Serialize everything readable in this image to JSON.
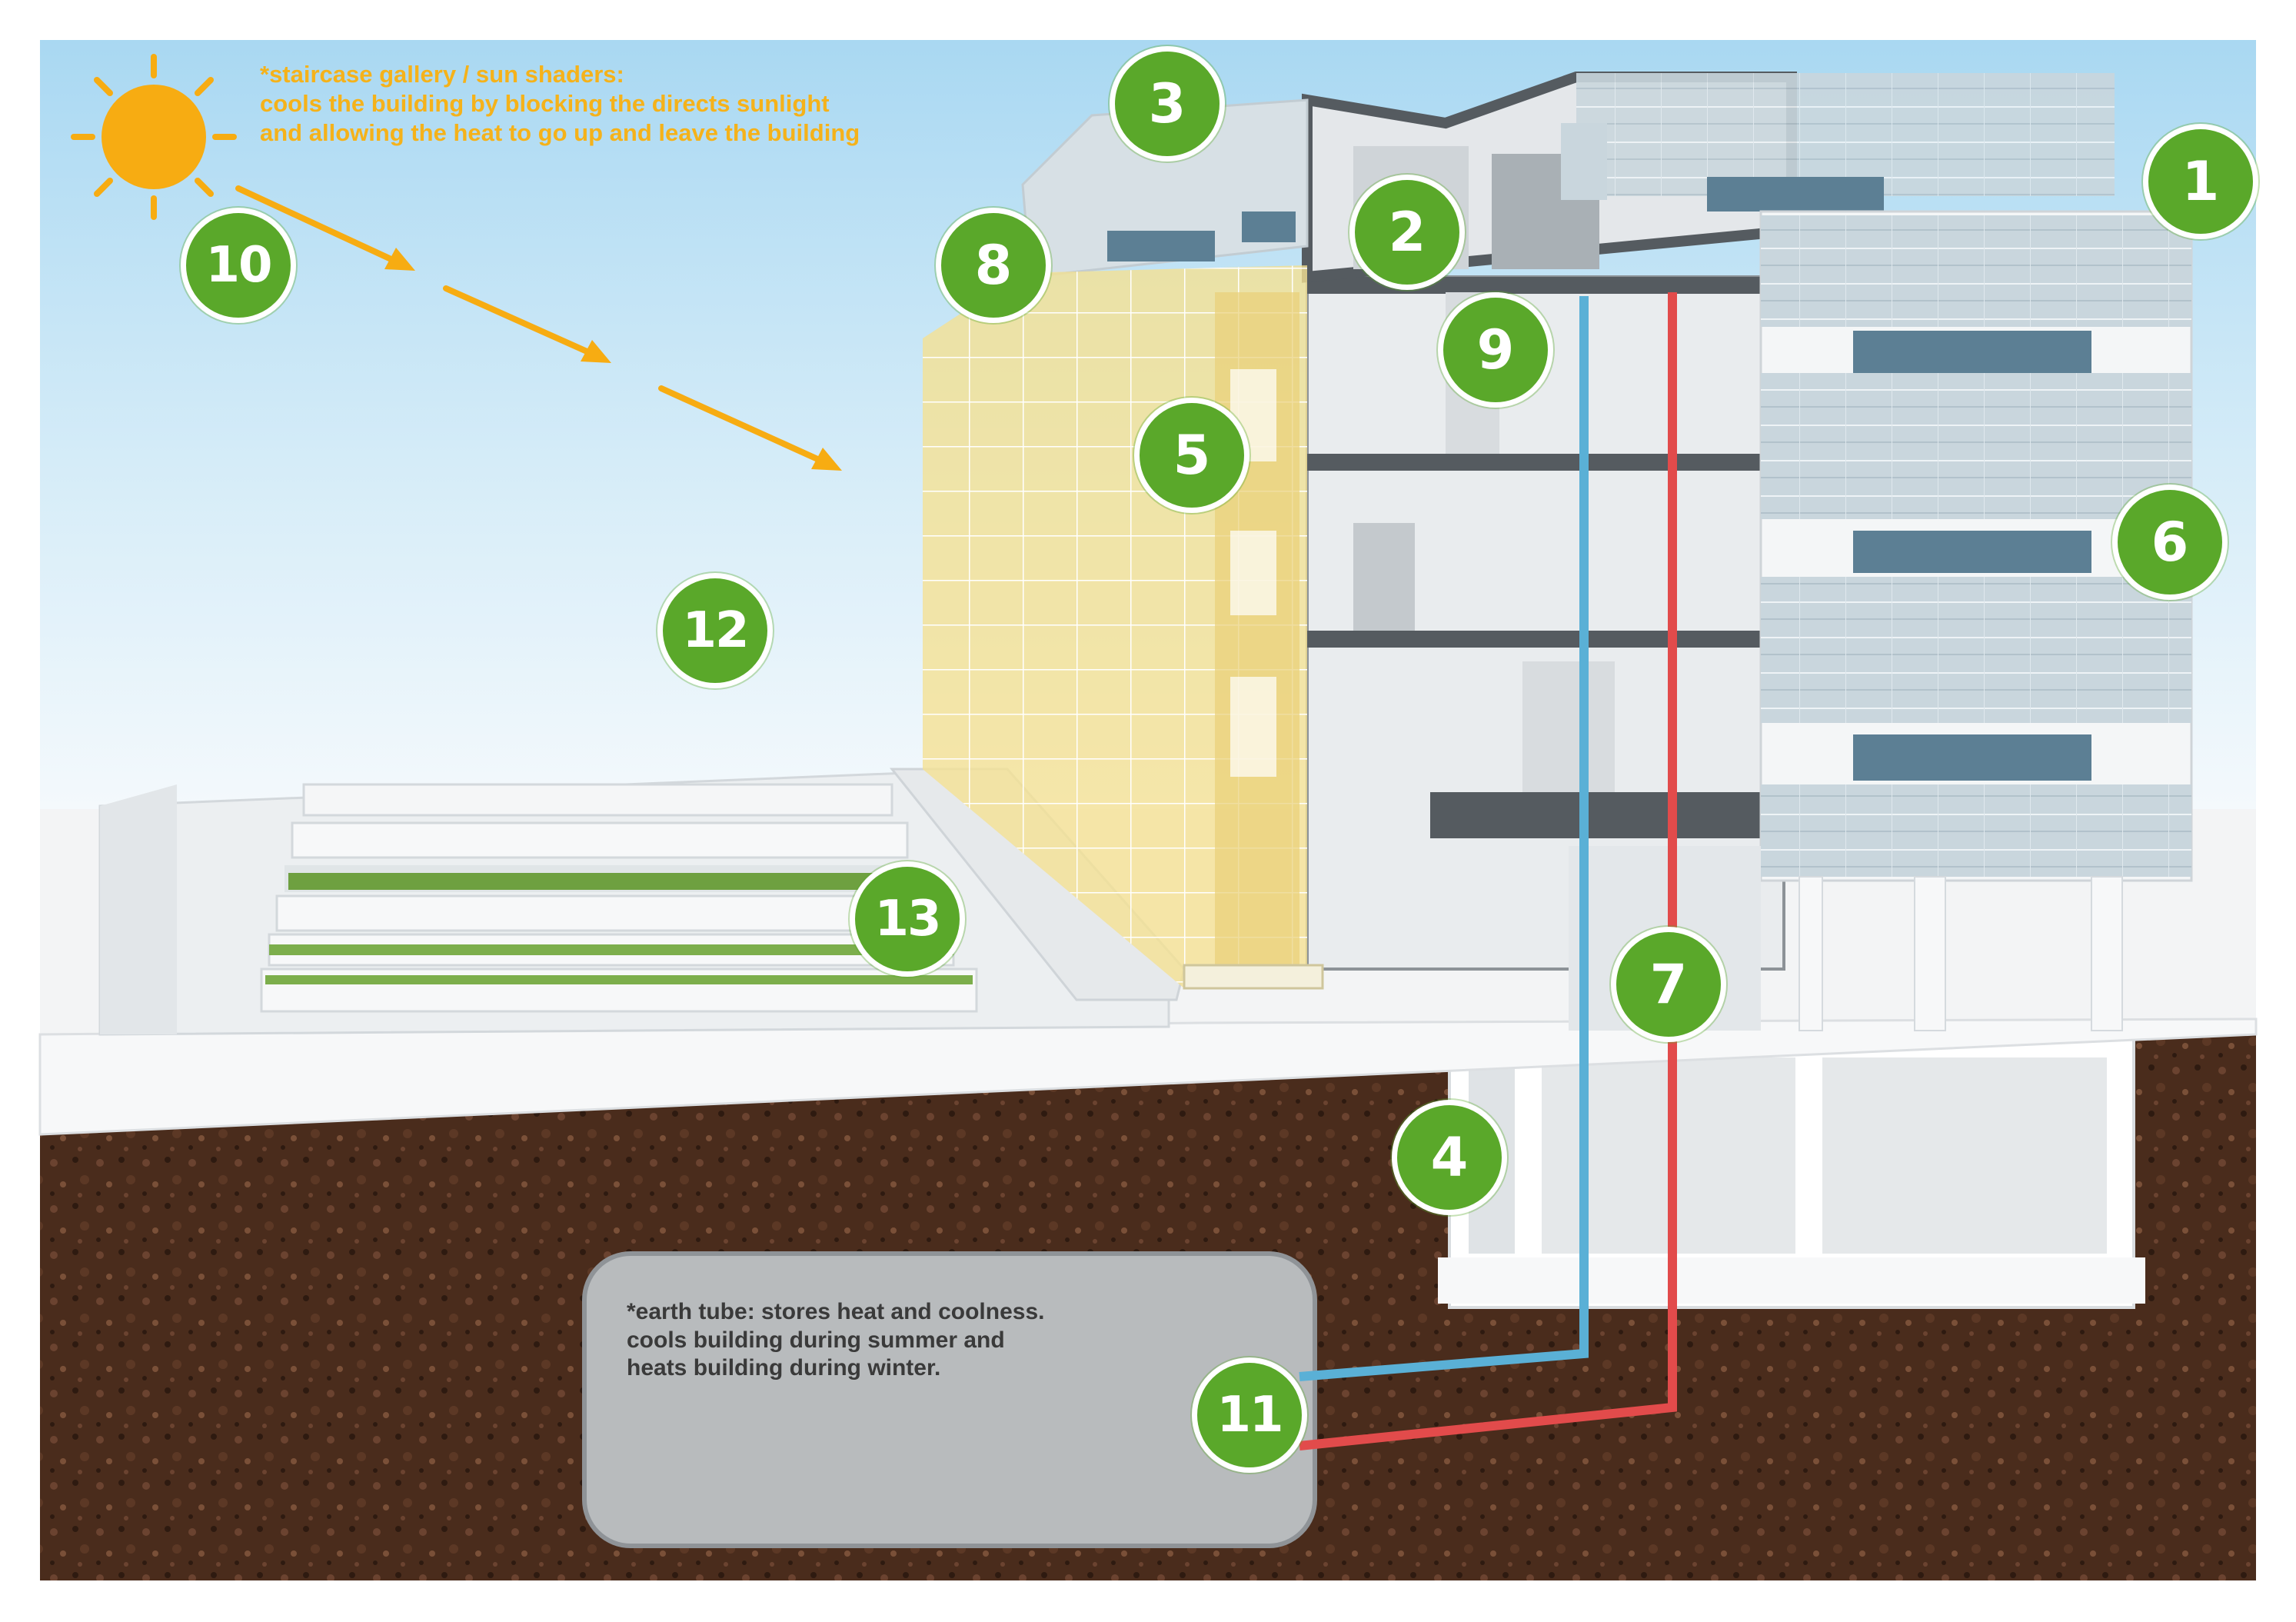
{
  "colors": {
    "marker_fill": "#5aa82a",
    "sun_text": "#f5b21a",
    "sun": "#f7ac12",
    "cold_pipe": "#5ab0d6",
    "hot_pipe": "#e24b4b",
    "soil": "#4a2c1c",
    "glass_gallery": "#f2d36a"
  },
  "sun_note": {
    "lines": [
      "*staircase gallery / sun shaders:",
      "cools the building by blocking the directs sunlight",
      "and allowing the heat to go up and leave the building"
    ]
  },
  "earth_tube_note": {
    "lines": [
      "*earth tube: stores heat and coolness.",
      "cools building during summer and",
      "heats building during winter."
    ]
  },
  "markers": [
    {
      "label": "1"
    },
    {
      "label": "2"
    },
    {
      "label": "3"
    },
    {
      "label": "4"
    },
    {
      "label": "5"
    },
    {
      "label": "6"
    },
    {
      "label": "7"
    },
    {
      "label": "8"
    },
    {
      "label": "9"
    },
    {
      "label": "10"
    },
    {
      "label": "11"
    },
    {
      "label": "12"
    },
    {
      "label": "13"
    }
  ]
}
